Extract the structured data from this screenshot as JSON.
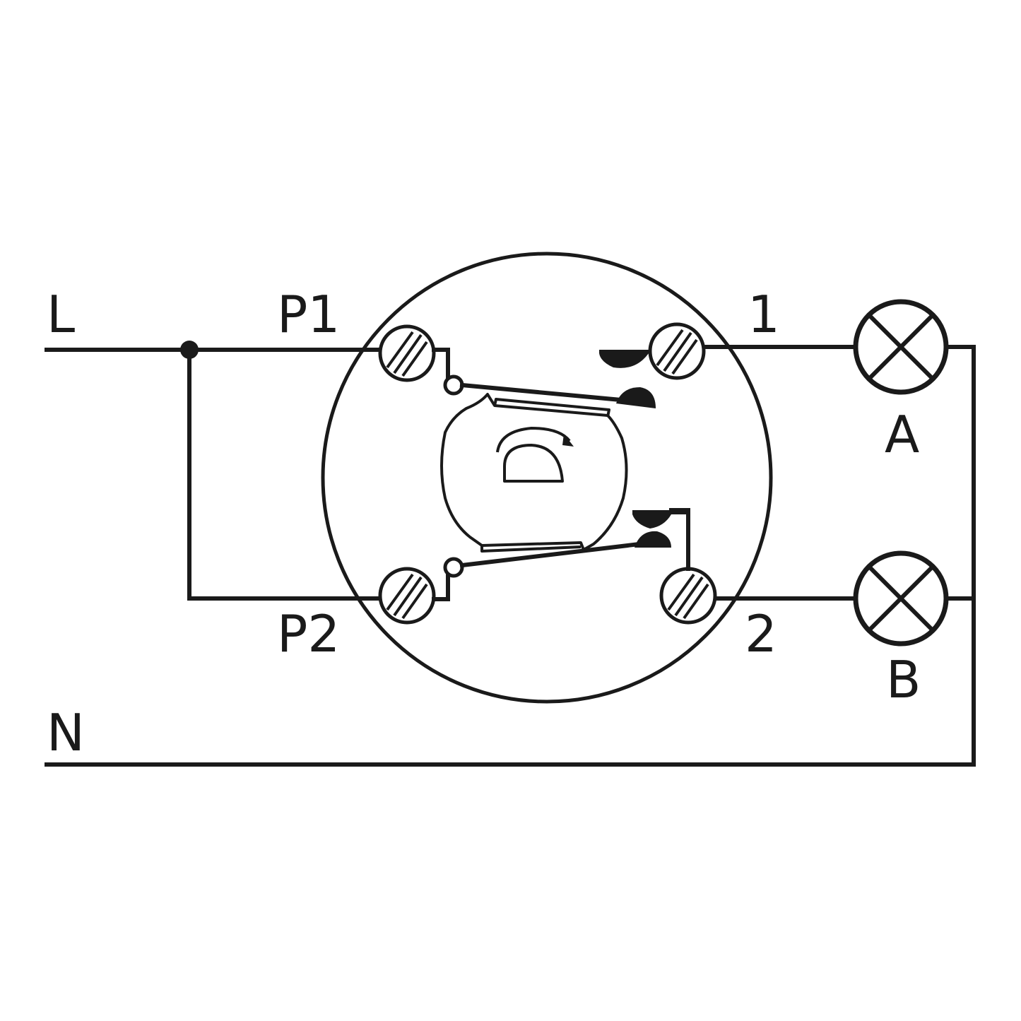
{
  "labels": {
    "line": "L",
    "neutral": "N",
    "p1": "P1",
    "p2": "P2",
    "out1": "1",
    "out2": "2",
    "lamp_a": "A",
    "lamp_b": "B"
  },
  "colors": {
    "ink": "#1a1a1a",
    "background": "#ffffff"
  }
}
